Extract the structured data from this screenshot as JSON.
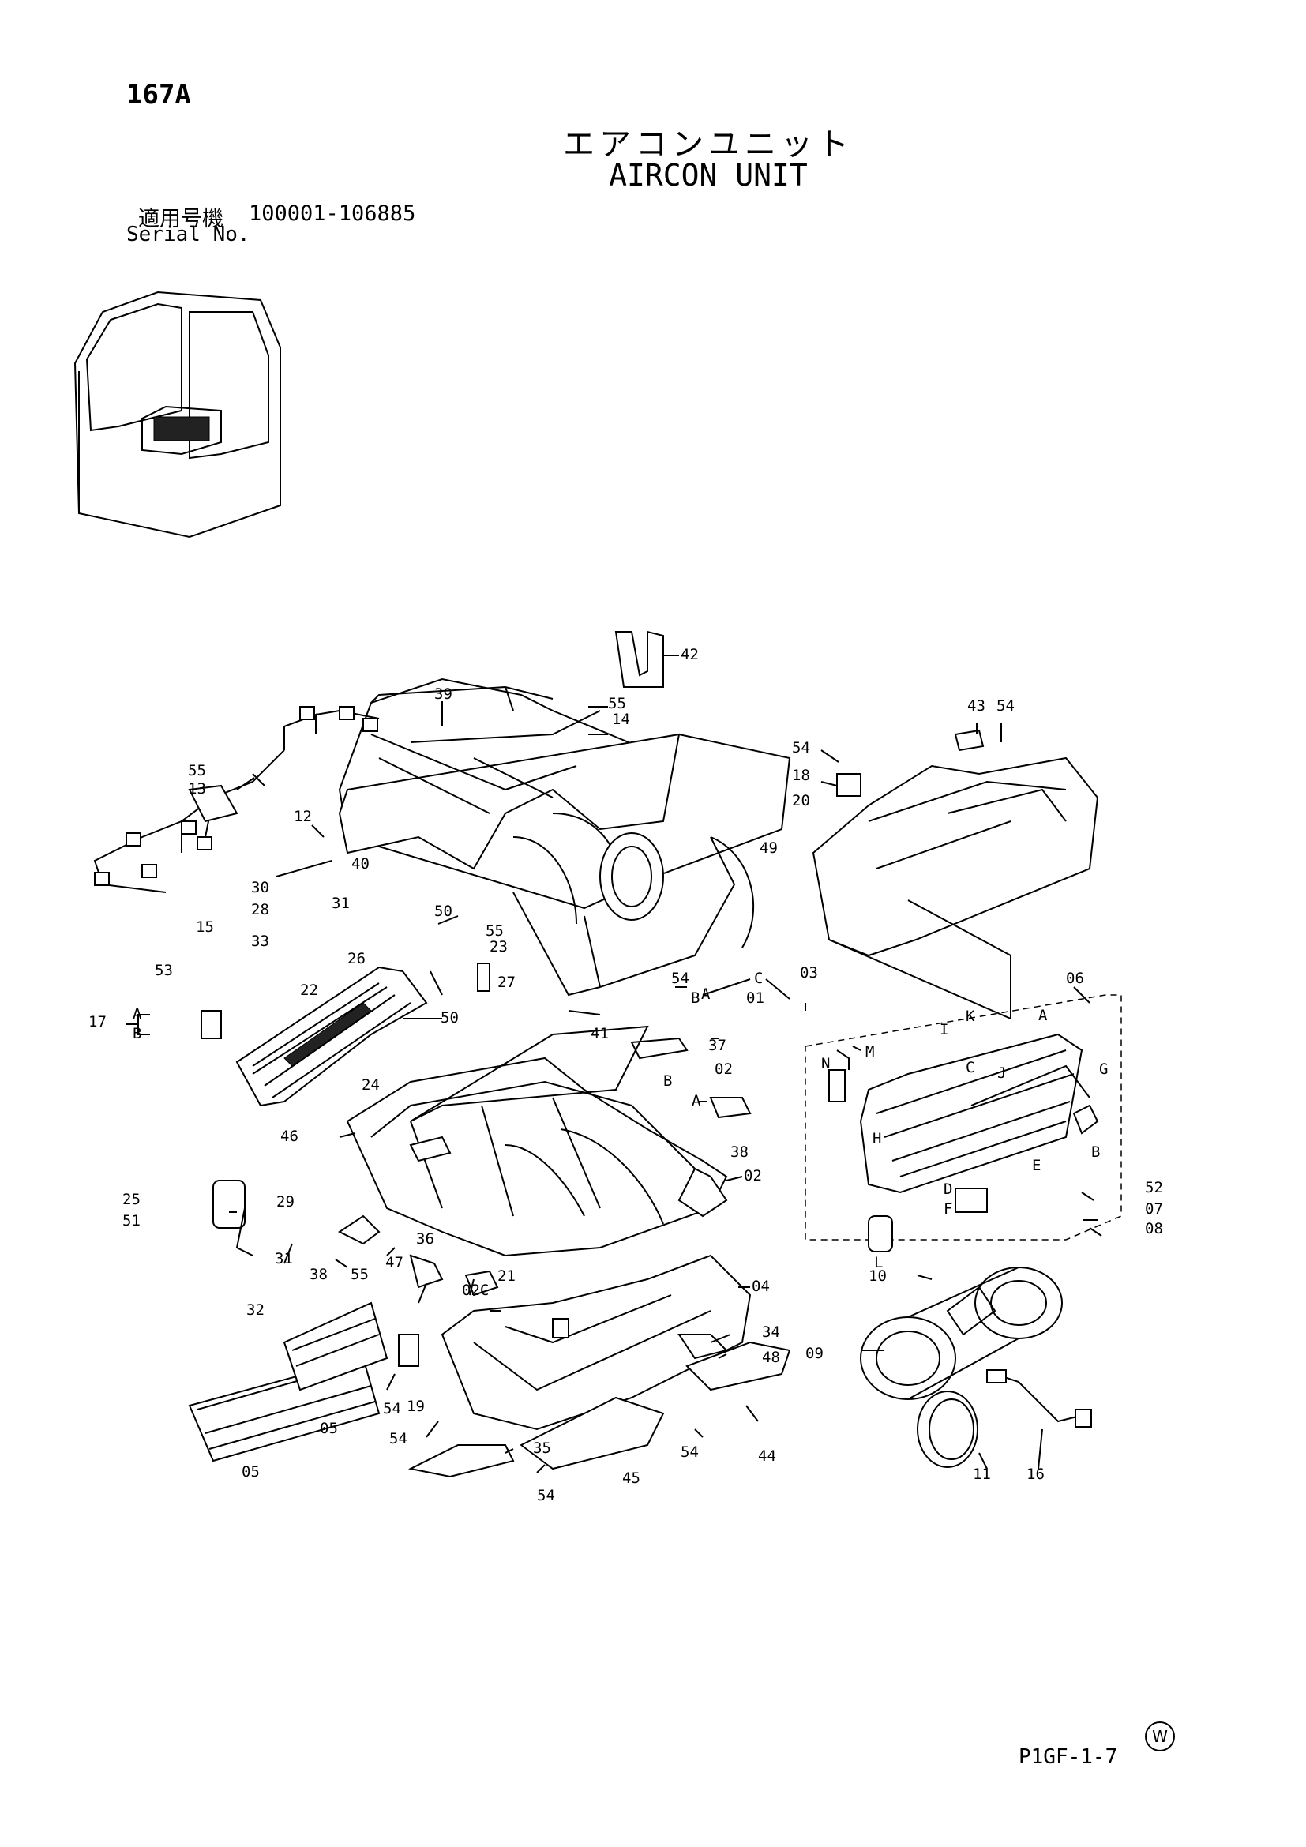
{
  "header": {
    "page_number": "167A",
    "title_ja": "エアコンユニット",
    "title_en": "AIRCON UNIT",
    "serial_label_ja": "適用号機",
    "serial_range": "100001-106885",
    "serial_label_en": "Serial No."
  },
  "footer": {
    "page_code": "P1GF-1-7",
    "mark": "W"
  },
  "callouts": {
    "c42": "42",
    "c39": "39",
    "c55a": "55",
    "c14": "14",
    "c54a": "54",
    "c18": "18",
    "c20": "20",
    "c43": "43",
    "c54b": "54",
    "c55b": "55",
    "c13": "13",
    "c12": "12",
    "c40": "40",
    "c49": "49",
    "c30": "30",
    "c28": "28",
    "c31a": "31",
    "c50a": "50",
    "c15": "15",
    "c33": "33",
    "c55c": "55",
    "c23": "23",
    "c26": "26",
    "c53": "53",
    "c22": "22",
    "c27": "27",
    "c54c": "54",
    "cA1": "A",
    "c01": "01",
    "cC1": "C",
    "cB1": "B",
    "c03": "03",
    "c06": "06",
    "c17": "17",
    "cA2": "A",
    "cB2": "B",
    "c50b": "50",
    "c41": "41",
    "c37": "37",
    "c24": "24",
    "cB3": "B",
    "c02a": "02",
    "cA3": "A",
    "c38a": "38",
    "c46": "46",
    "c02b": "02",
    "c25": "25",
    "c51": "51",
    "c29": "29",
    "c31b": "31",
    "c38b": "38",
    "c55d": "55",
    "c47": "47",
    "c36": "36",
    "c02c": "02C",
    "c21": "21",
    "c04": "04",
    "c32": "32",
    "c34": "34",
    "c48": "48",
    "c19": "19",
    "c54d": "54",
    "c05a": "05",
    "c05b": "05",
    "c54e": "54",
    "c35": "35",
    "c45": "45",
    "c54f": "54",
    "c54g": "54",
    "c44": "44",
    "c10": "10",
    "c09": "09",
    "c11": "11",
    "c16": "16",
    "cK": "K",
    "cA4": "A",
    "cI": "I",
    "cM": "M",
    "cN": "N",
    "cC2": "C",
    "cJ": "J",
    "cG": "G",
    "cH": "H",
    "cB4": "B",
    "cE": "E",
    "cD": "D",
    "cF": "F",
    "cL": "L",
    "c52": "52",
    "c07": "07",
    "c08": "08"
  }
}
